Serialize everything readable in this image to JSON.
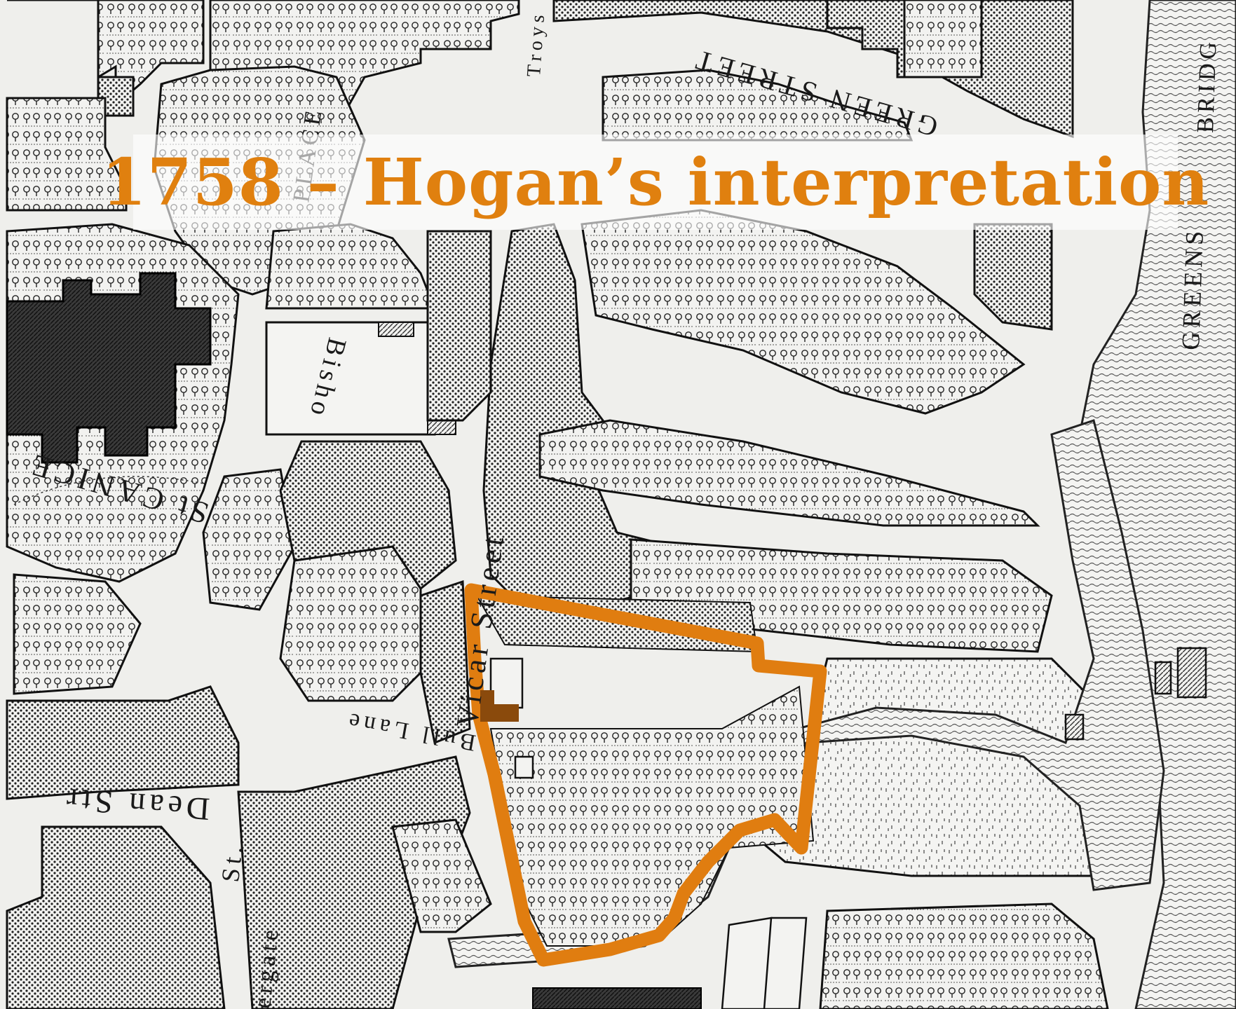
{
  "title": "1758 – Hogan’s interpretation",
  "colors": {
    "title": "#e0800f",
    "boundary": "#e07d10",
    "marker": "#8a4a0c",
    "ink": "#1a1a1a",
    "paper": "#efefec"
  },
  "street_labels": {
    "green_street": "GREEN STREET",
    "vicar_street": "Vicar Street",
    "bull_lane": "Bull Lane",
    "dean_street": "Dean Str",
    "place": "PLACE",
    "bishop": "Bisho",
    "troy": "Troys",
    "st_canice": "St CANICE",
    "greens": "GREENS",
    "bridge": "BRIDG",
    "st": "St.",
    "irishtown": "ergate"
  },
  "icons": {
    "boundary": "site-boundary-outline",
    "marker": "building-marker"
  }
}
